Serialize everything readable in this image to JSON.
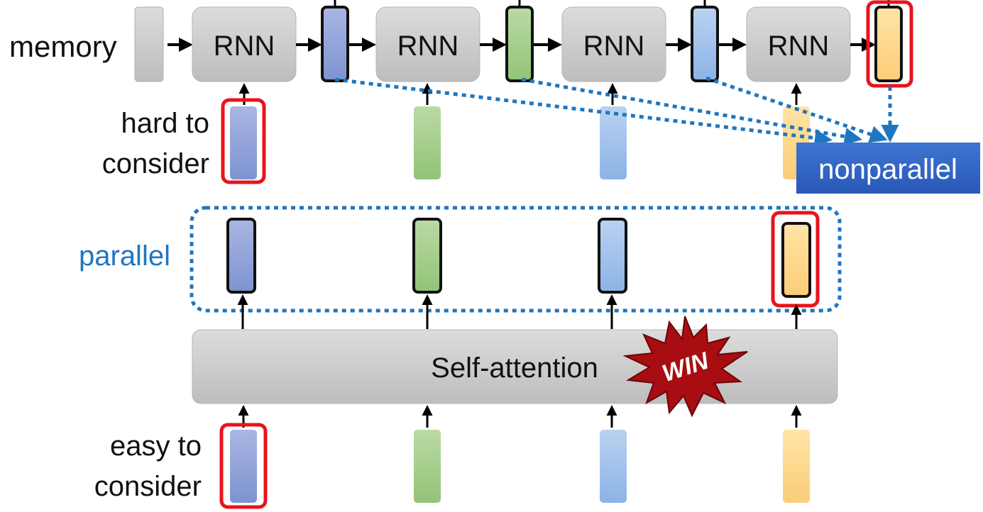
{
  "labels": {
    "memory": "memory",
    "hard_line1": "hard to",
    "hard_line2": "consider",
    "parallel": "parallel",
    "easy_line1": "easy to",
    "easy_line2": "consider",
    "self_attention": "Self-attention",
    "nonparallel": "nonparallel",
    "win": "WIN"
  },
  "rnn_blocks": [
    {
      "label": "RNN"
    },
    {
      "label": "RNN"
    },
    {
      "label": "RNN"
    },
    {
      "label": "RNN"
    }
  ],
  "vector_colors": [
    {
      "name": "blue",
      "top": "#a8b4e2",
      "bottom": "#8196d2"
    },
    {
      "name": "green",
      "top": "#b7d7a0",
      "bottom": "#96c57b"
    },
    {
      "name": "lightblue",
      "top": "#b6cff0",
      "bottom": "#8fb5e6"
    },
    {
      "name": "orange",
      "top": "#ffe2a0",
      "bottom": "#fcd07a"
    }
  ],
  "colors": {
    "highlight_red": "#e8141c",
    "dotted_blue": "#1f76c0",
    "parallel_text": "#1f76c0",
    "nonparallel_bg": "#3265c5",
    "block_gray": "#cfcfcf",
    "win_red": "#a80d12"
  }
}
